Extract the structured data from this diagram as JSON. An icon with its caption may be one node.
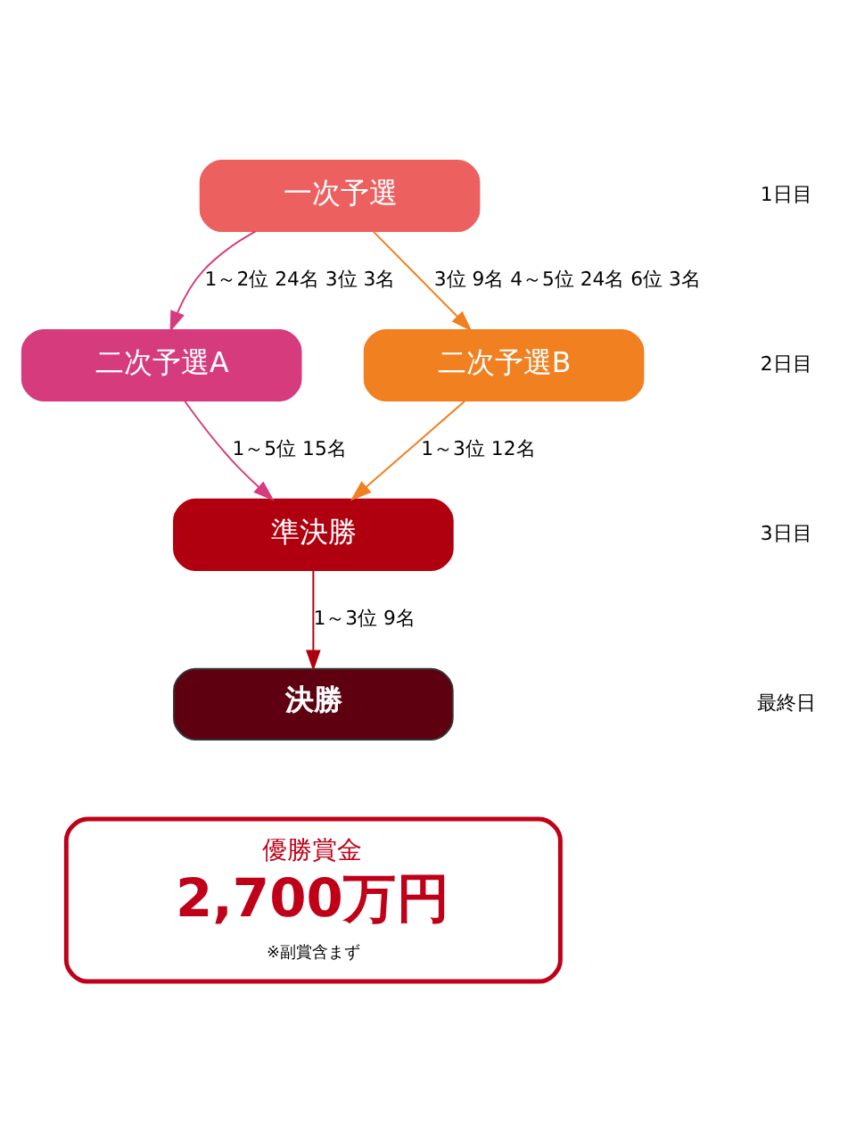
{
  "diagram": {
    "nodes": [
      {
        "text": [
          "一次予選"
        ]
      },
      {
        "text": [
          "二次予選A"
        ]
      },
      {
        "text": [
          "二次予選B"
        ]
      },
      {
        "text": [
          "準決勝"
        ]
      },
      {
        "text": [
          "決勝"
        ]
      },
      {
        "text": [
          "優勝賞金",
          "2,700万円",
          "※副賞含まず"
        ]
      }
    ],
    "edges": [
      {
        "from": 0,
        "to": 1,
        "arrow": "to",
        "label": "1～2位 24名 3位 3名",
        "color": "#d63b7e"
      },
      {
        "from": 0,
        "to": 2,
        "arrow": "to",
        "label": "3位 9名 4～5位 24名 6位 3名",
        "color": "#f08020"
      },
      {
        "from": 1,
        "to": 3,
        "arrow": "to",
        "label": "1～5位 15名",
        "color": "#d63b7e"
      },
      {
        "from": 2,
        "to": 3,
        "arrow": "to",
        "label": "1～3位 12名",
        "color": "#f08020"
      },
      {
        "from": 3,
        "to": 4,
        "arrow": "to",
        "label": "1～3位 9名",
        "color": "#b00010"
      }
    ],
    "labels": [
      "1日目",
      "2日目",
      "3日目",
      "最終日"
    ]
  }
}
